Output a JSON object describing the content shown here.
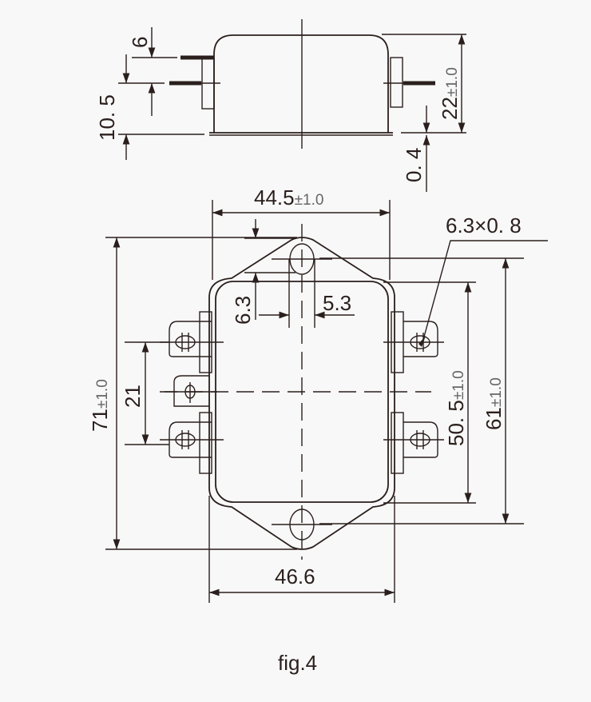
{
  "figure": {
    "caption": "fig.4",
    "side_view": {
      "dim_pin_spacing": "6",
      "dim_pin_height": "10. 5",
      "dim_height_main": "22",
      "dim_height_tol": "±1.0",
      "dim_flange": "0. 4"
    },
    "top_view": {
      "dim_body_width_main": "44.5",
      "dim_body_width_tol": "±1.0",
      "dim_terminal": "6.3×0. 8",
      "dim_hole_offset": "6.3",
      "dim_hole_width": "5.3",
      "dim_overall_length_main": "71",
      "dim_overall_length_tol": "±1.0",
      "dim_terminal_spacing": "21",
      "dim_body_length_main": "50. 5",
      "dim_body_length_tol": "±1.0",
      "dim_hole_spacing_main": "61",
      "dim_hole_spacing_tol": "±1.0",
      "dim_flange_width": "46.6"
    }
  },
  "colors": {
    "line": "#2a1f1c",
    "background": "#f8f8f8",
    "tolerance": "#666666"
  }
}
